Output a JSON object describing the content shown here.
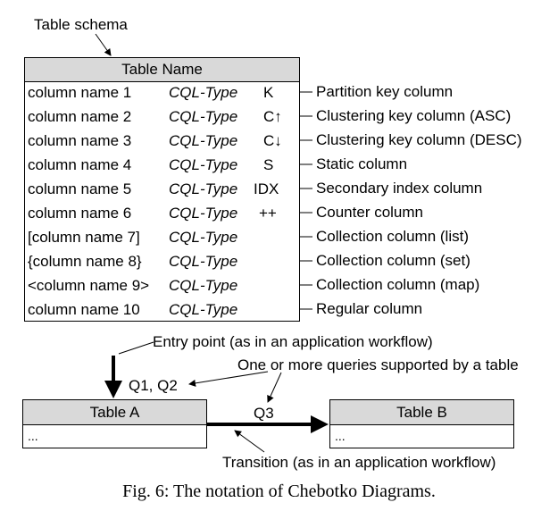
{
  "schema_label": "Table schema",
  "table": {
    "name": "Table Name",
    "rows": [
      {
        "col": "column name 1",
        "type": "CQL-Type",
        "mark": "K",
        "annotation": "Partition key column"
      },
      {
        "col": "column name 2",
        "type": "CQL-Type",
        "mark": "C↑",
        "annotation": "Clustering key column (ASC)"
      },
      {
        "col": "column name 3",
        "type": "CQL-Type",
        "mark": "C↓",
        "annotation": "Clustering key column (DESC)"
      },
      {
        "col": "column name 4",
        "type": "CQL-Type",
        "mark": "S",
        "annotation": "Static column"
      },
      {
        "col": "column name 5",
        "type": "CQL-Type",
        "mark": "IDX",
        "annotation": "Secondary index column"
      },
      {
        "col": "column name 6",
        "type": "CQL-Type",
        "mark": "++",
        "annotation": "Counter column"
      },
      {
        "col": "[column name 7]",
        "type": "CQL-Type",
        "mark": "",
        "annotation": "Collection column (list)"
      },
      {
        "col": "{column name 8}",
        "type": "CQL-Type",
        "mark": "",
        "annotation": "Collection column (set)"
      },
      {
        "col": "<column name 9>",
        "type": "CQL-Type",
        "mark": "",
        "annotation": "Collection column (map)"
      },
      {
        "col": "column name 10",
        "type": "CQL-Type",
        "mark": "",
        "annotation": "Regular column"
      }
    ]
  },
  "workflow": {
    "entry_label": "Entry point (as in an application workflow)",
    "queries_label": "One or more queries supported by a table",
    "q_left": "Q1, Q2",
    "q_right": "Q3",
    "table_a": {
      "name": "Table A",
      "body": "..."
    },
    "table_b": {
      "name": "Table B",
      "body": "..."
    },
    "transition_label": "Transition (as in an application workflow)"
  },
  "caption": "Fig. 6: The notation of Chebotko Diagrams."
}
